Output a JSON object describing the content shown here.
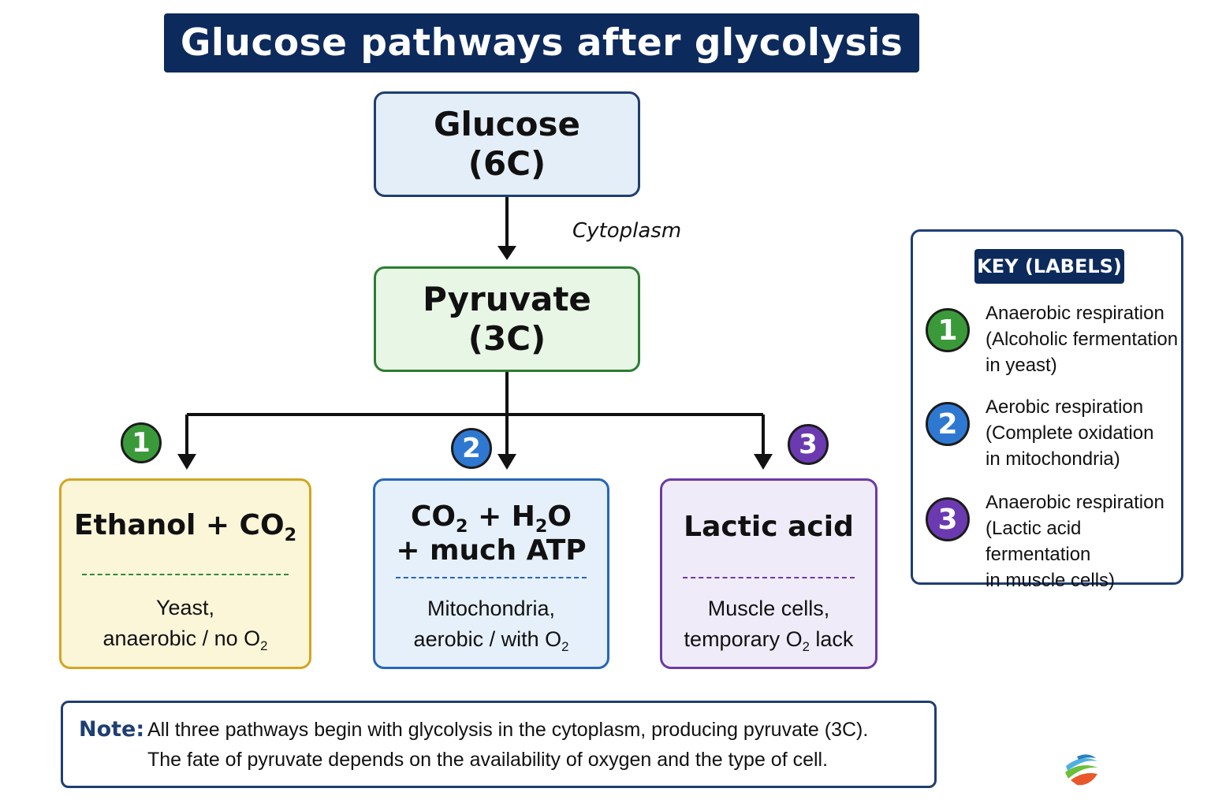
{
  "title": "Glucose pathways after glycolysis",
  "glucose": {
    "line1": "Glucose",
    "line2": "(6C)"
  },
  "cytoplasm_label": "Cytoplasm",
  "pyruvate": {
    "line1": "Pyruvate",
    "line2": "(3C)"
  },
  "branches": [
    {
      "number": "1",
      "color": "#3a9a3a",
      "product_parts": [
        "Ethanol + CO",
        "2"
      ],
      "detail_line1": "Yeast,",
      "detail_line2_parts": [
        "anaerobic / no O",
        "2"
      ]
    },
    {
      "number": "2",
      "color": "#2f78d2",
      "product_parts": [
        "CO",
        "2",
        " + H",
        "2",
        "O"
      ],
      "product_line2": "+ much ATP",
      "detail_line1": "Mitochondria,",
      "detail_line2_parts": [
        "aerobic / with O",
        "2"
      ]
    },
    {
      "number": "3",
      "color": "#6b3ab0",
      "product_parts": [
        "Lactic acid"
      ],
      "detail_line1": "Muscle cells,",
      "detail_line2_parts": [
        "temporary O",
        "2",
        " lack"
      ]
    }
  ],
  "key": {
    "heading": "KEY (LABELS)",
    "items": [
      {
        "number": "1",
        "lines": [
          "Anaerobic respiration",
          "(Alcoholic fermentation",
          "in yeast)"
        ]
      },
      {
        "number": "2",
        "lines": [
          "Aerobic respiration",
          "(Complete oxidation",
          "in mitochondria)"
        ]
      },
      {
        "number": "3",
        "lines": [
          "Anaerobic respiration",
          "(Lactic acid fermentation",
          "in muscle cells)"
        ]
      }
    ]
  },
  "note": {
    "label": "Note:",
    "line1": "All three pathways begin with glycolysis in the cytoplasm, producing pyruvate (3C).",
    "line2": "The fate of pyruvate depends on the availability of oxygen and the type of cell."
  },
  "colors": {
    "navy": "#0d2a5c",
    "green": "#3a9a3a",
    "blue": "#2f78d2",
    "purple": "#6b3ab0",
    "yellow_border": "#d4a520"
  }
}
